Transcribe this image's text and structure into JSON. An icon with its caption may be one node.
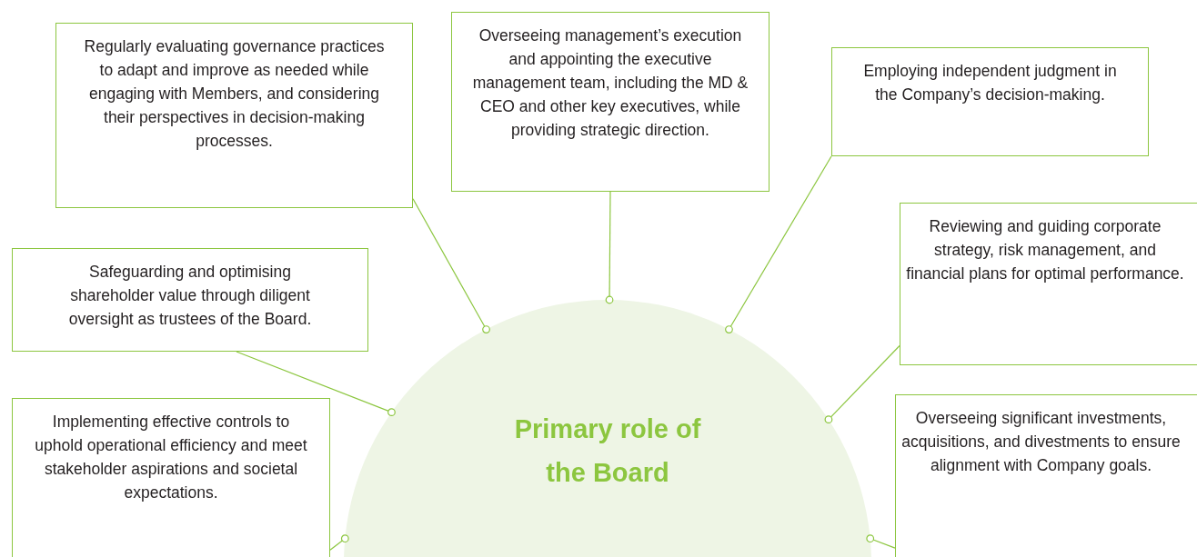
{
  "diagram": {
    "nodes": [
      {
        "text": [
          "Regularly evaluating governance practices to adapt and improve as needed while engaging with Members, and considering their perspectives in decision-making processes."
        ]
      },
      {
        "text": [
          "Overseeing management’s execution and appointing the executive management team, including the MD & CEO and other key executives, while providing strategic direction."
        ]
      },
      {
        "text": [
          "Employing independent judgment in the Company’s decision-making."
        ]
      },
      {
        "text": [
          "Safeguarding and optimising shareholder value through diligent oversight as trustees of the Board."
        ]
      },
      {
        "text": [
          "Reviewing and guiding corporate strategy, risk management, and financial plans for optimal performance."
        ]
      },
      {
        "text": [
          "Implementing effective controls to uphold operational efficiency and meet stakeholder aspirations and societal expectations."
        ]
      },
      {
        "text": [
          "Overseeing significant investments, acquisitions, and divestments to ensure alignment with Company goals."
        ]
      },
      {
        "text": [
          "Primary role of the Board"
        ]
      }
    ],
    "edges": [
      {
        "from": 0,
        "to": 7,
        "arrow": "other"
      },
      {
        "from": 1,
        "to": 7,
        "arrow": "other"
      },
      {
        "from": 2,
        "to": 7,
        "arrow": "other"
      },
      {
        "from": 3,
        "to": 7,
        "arrow": "other"
      },
      {
        "from": 4,
        "to": 7,
        "arrow": "other"
      },
      {
        "from": 5,
        "to": 7,
        "arrow": "other"
      },
      {
        "from": 6,
        "to": 7,
        "arrow": "other"
      }
    ]
  }
}
